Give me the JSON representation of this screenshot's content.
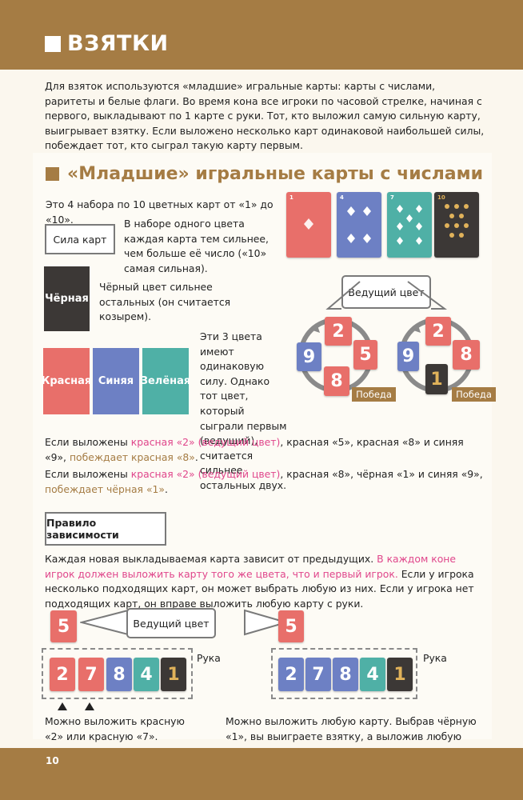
{
  "header": {
    "title": "ВЗЯТКИ"
  },
  "intro": "Для взяток используются «младшие» игральные карты: карты с числами, раритеты и белые флаги. Во время кона все игроки по часовой стрелке, начиная с первого, выкладывают по 1 карте с руки. Тот, кто выложил самую сильную карту, выигрывает взятку. Если выложено несколько карт одинаковой наибольшей силы, побеждает тот, кто сыграл такую карту первым.",
  "section": {
    "title": "«Младшие» игральные карты с числами",
    "sets_text": "Это 4 набора по 10 цветных карт от «1» до «10».",
    "power_label": "Сила карт",
    "power_text": "В наборе одного цвета каждая карта тем сильнее, чем больше её число («10» самая сильная).",
    "black_card": "Чёрная",
    "black_text": "Чёрный цвет сильнее остальных (он считается козырем).",
    "color_cards": [
      "Красная",
      "Синяя",
      "Зелёная"
    ],
    "three_colors_text": "Эти 3 цвета имеют одинаковую силу. Однако тот цвет, который сыграли первым (ведущий), считается сильнее остальных двух.",
    "sample_cards": [
      "1",
      "4",
      "7",
      "10"
    ],
    "leading_label": "Ведущий цвет",
    "win_label": "Победа",
    "diagram1": {
      "top": "2",
      "left": "9",
      "right": "5",
      "bottom": "8"
    },
    "diagram2": {
      "top": "2",
      "left": "9",
      "right": "8",
      "bottom": "1"
    },
    "ex1": {
      "a": "Если выложены ",
      "b": "красная «2» (ведущий цвет)",
      "c": ", красная «5», красная «8» и синяя «9», ",
      "d": "побеждает красная «8»",
      "e": "."
    },
    "ex2": {
      "a": "Если выложены ",
      "b": "красная «2» (ведущий цвет)",
      "c": ", красная «8», чёрная «1» и синяя «9», ",
      "d": "побеждает чёрная «1»",
      "e": "."
    }
  },
  "rule": {
    "label": "Правило зависимости",
    "text_a": "Каждая новая выкладываемая карта зависит от предыдущих. ",
    "text_b": "В каждом коне игрок должен выложить карту того же цвета, что и первый игрок.",
    "text_c": " Если у игрока несколько подходящих карт, он может выбрать любую из них. Если у игрока нет подходящих карт, он вправе выложить любую карту с руки.",
    "leading_label": "Ведущий цвет",
    "lead_card": "5",
    "hand_label": "Рука",
    "hand1": [
      "2",
      "7",
      "8",
      "4",
      "1"
    ],
    "hand2": [
      "2",
      "7",
      "8",
      "4",
      "1"
    ],
    "caption1": "Можно выложить красную «2» или красную «7».",
    "caption2": "Можно выложить любую карту. Выбрав чёрную «1», вы выиграете взятку, а выложив любую другую — проиграете."
  },
  "footer": {
    "page": "10"
  }
}
